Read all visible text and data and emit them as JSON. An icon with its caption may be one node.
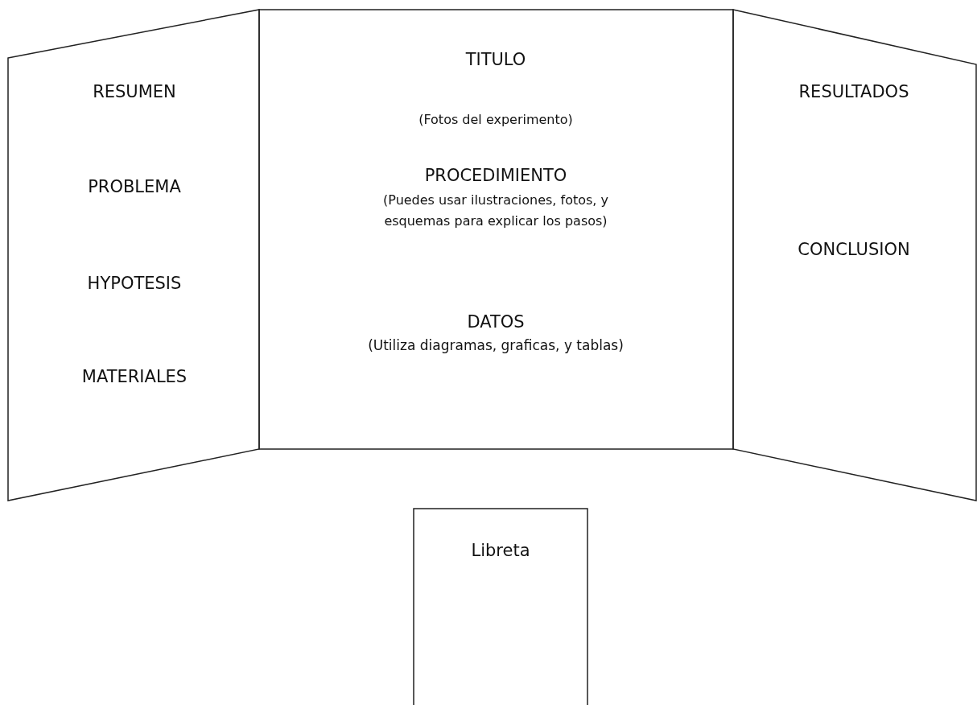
{
  "diagram": {
    "nodes": [
      {
        "text": [
          "RESUMEN",
          "PROBLEMA",
          "HYPOTESIS",
          "MATERIALES"
        ]
      },
      {
        "text": [
          "TITULO",
          "(Fotos del experimento)",
          "PROCEDIMIENTO",
          "(Puedes usar ilustraciones, fotos, y esquemas para explicar los pasos)",
          "DATOS",
          "(Utiliza diagramas, graficas, y tablas)"
        ]
      },
      {
        "text": [
          "RESULTADOS",
          "CONCLUSION"
        ]
      },
      {
        "text": [
          "Libreta"
        ]
      }
    ]
  }
}
